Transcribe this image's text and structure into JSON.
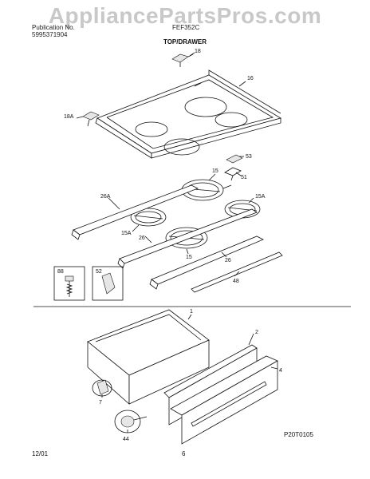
{
  "watermark": "AppliancePartsPros.com",
  "header": {
    "left_line1": "Publication No.",
    "left_line2": "5995371904",
    "model": "FEF352C",
    "section_title": "TOP/DRAWER"
  },
  "footer": {
    "date": "12/01",
    "page": "6",
    "code": "P20T0105"
  },
  "callouts": {
    "c18": "18",
    "c16": "16",
    "c18a": "18A",
    "c53": "53",
    "c15a": "15",
    "c51": "51",
    "c15b": "15A",
    "c26a": "26A",
    "c15c": "15A",
    "c26b": "26",
    "c15d": "15",
    "c26c": "26",
    "c48": "48",
    "c88": "88",
    "c52": "52",
    "c1": "1",
    "c2": "2",
    "c4": "4",
    "c7": "7",
    "c44": "44"
  }
}
